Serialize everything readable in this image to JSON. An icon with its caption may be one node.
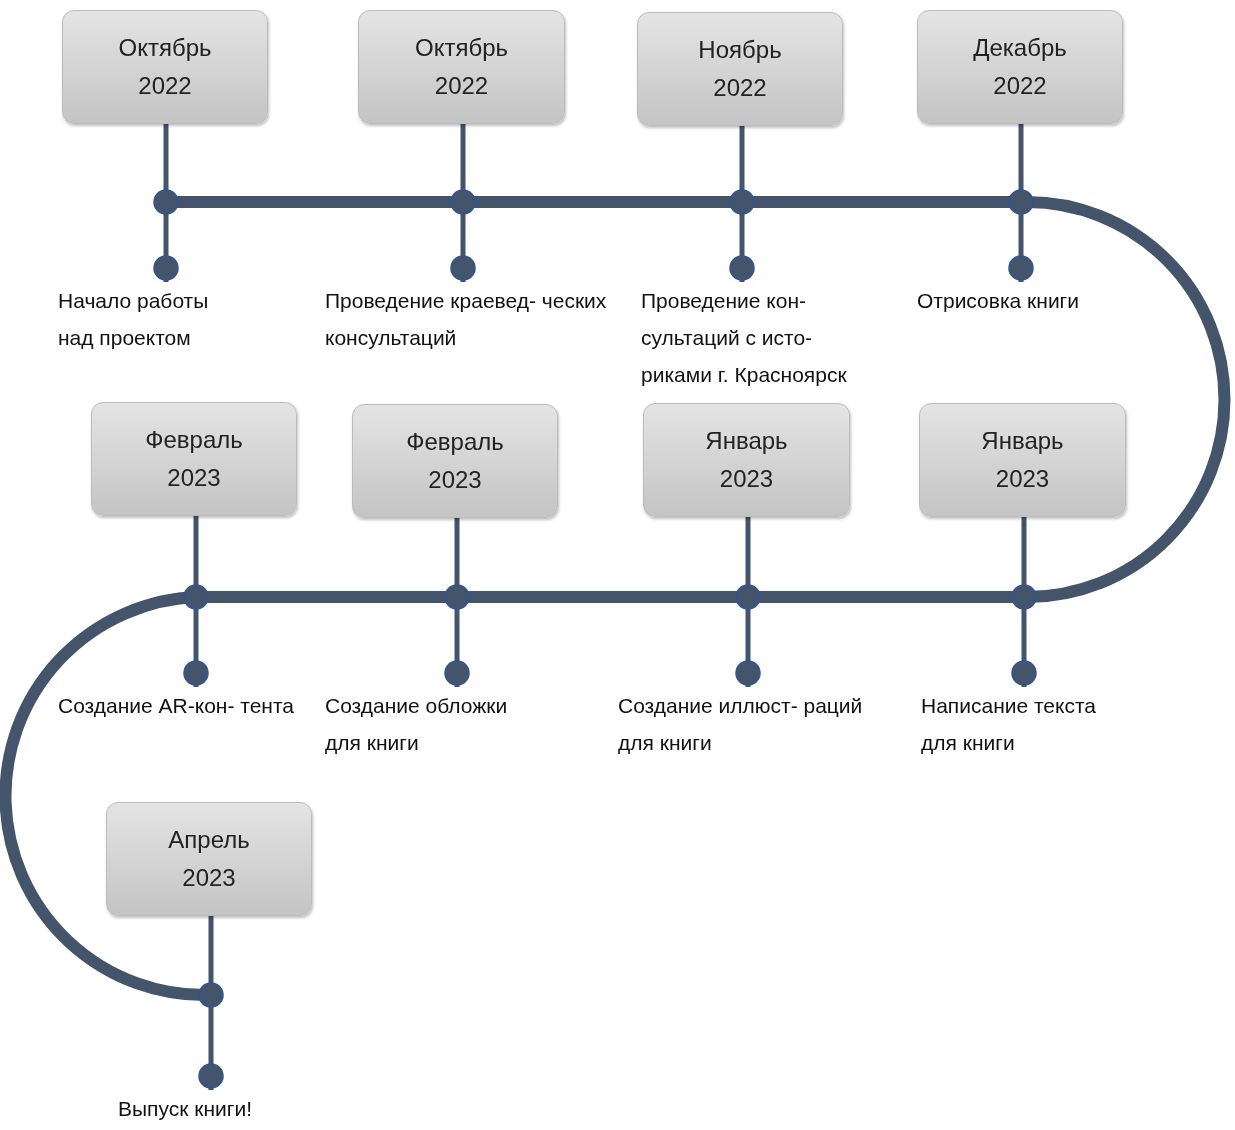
{
  "diagram": {
    "nodes": [
      {
        "text": [
          "Октябрь 2022"
        ]
      },
      {
        "text": [
          "Октябрь 2022"
        ]
      },
      {
        "text": [
          "Ноябрь 2022"
        ]
      },
      {
        "text": [
          "Декабрь 2022"
        ]
      },
      {
        "text": [
          "Начало работы над проектом"
        ]
      },
      {
        "text": [
          "Проведение краевед- ческих консультаций"
        ]
      },
      {
        "text": [
          "Проведение кон- сультаций с исто- риками г. Красноярск"
        ]
      },
      {
        "text": [
          "Отрисовка книги"
        ]
      },
      {
        "text": [
          "Февраль 2023"
        ]
      },
      {
        "text": [
          "Февраль 2023"
        ]
      },
      {
        "text": [
          "Январь 2023"
        ]
      },
      {
        "text": [
          "Январь 2023"
        ]
      },
      {
        "text": [
          "Создание AR-кон- тента"
        ]
      },
      {
        "text": [
          "Создание обложки для книги"
        ]
      },
      {
        "text": [
          "Создание иллюст- раций для книги"
        ]
      },
      {
        "text": [
          "Написание текста для книги"
        ]
      },
      {
        "text": [
          "Апрель 2023"
        ]
      },
      {
        "text": [
          "Выпуск книги!"
        ]
      }
    ],
    "edges": [
      {
        "from": 0,
        "to": 4,
        "arrow": "other"
      },
      {
        "from": 1,
        "to": 5,
        "arrow": "other"
      },
      {
        "from": 2,
        "to": 6,
        "arrow": "other"
      },
      {
        "from": 3,
        "to": 7,
        "arrow": "other"
      },
      {
        "from": 8,
        "to": 12,
        "arrow": "other"
      },
      {
        "from": 9,
        "to": 13,
        "arrow": "other"
      },
      {
        "from": 10,
        "to": 14,
        "arrow": "other"
      },
      {
        "from": 11,
        "to": 15,
        "arrow": "other"
      },
      {
        "from": 16,
        "to": 17,
        "arrow": "other"
      }
    ]
  }
}
